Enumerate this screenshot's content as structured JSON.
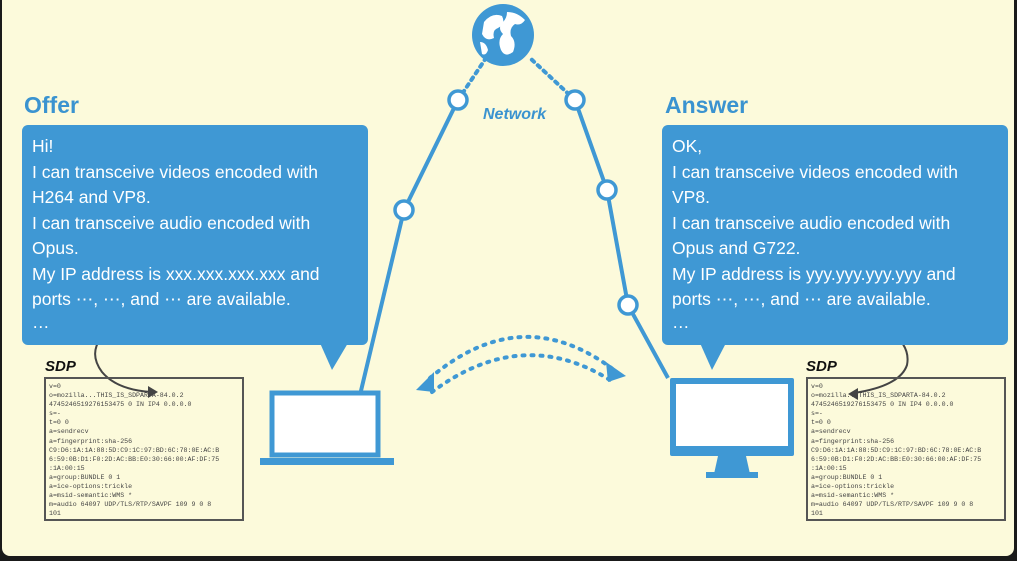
{
  "offer": {
    "title": "Offer",
    "lines": [
      "Hi!",
      "I can transceive videos encoded with",
      "H264 and VP8.",
      "I can transceive audio encoded with",
      "Opus.",
      "My IP address is xxx.xxx.xxx.xxx and",
      "ports ⋯, ⋯, and ⋯ are available.",
      "…"
    ]
  },
  "answer": {
    "title": "Answer",
    "lines": [
      "OK,",
      "I can transceive videos encoded with",
      "VP8.",
      "I can transceive audio encoded with",
      "Opus and G722.",
      "My IP address is yyy.yyy.yyy.yyy and",
      "ports ⋯, ⋯, and ⋯ are available.",
      "…"
    ]
  },
  "network_label": "Network",
  "sdp_label": "SDP",
  "sdp_lines": [
    "v=0",
    "o=mozilla...THIS_IS_SDPARTA-84.0.2",
    "4745246519276153475 0 IN IP4 0.0.0.0",
    "s=-",
    "t=0 0",
    "a=sendrecv",
    "a=fingerprint:sha-256",
    "C9:D6:1A:1A:88:5D:C9:1C:97:BD:6C:78:0E:AC:B",
    "6:59:0B:D1:F0:2D:AC:BB:E0:30:66:00:AF:DF:75",
    ":1A:00:15",
    "a=group:BUNDLE 0 1",
    "a=ice-options:trickle",
    "a=msid-semantic:WMS *",
    "m=audio 64097 UDP/TLS/RTP/SAVPF 109 9 0 8",
    "101"
  ],
  "colors": {
    "accent": "#3f98d4",
    "background": "#fcfadb"
  }
}
